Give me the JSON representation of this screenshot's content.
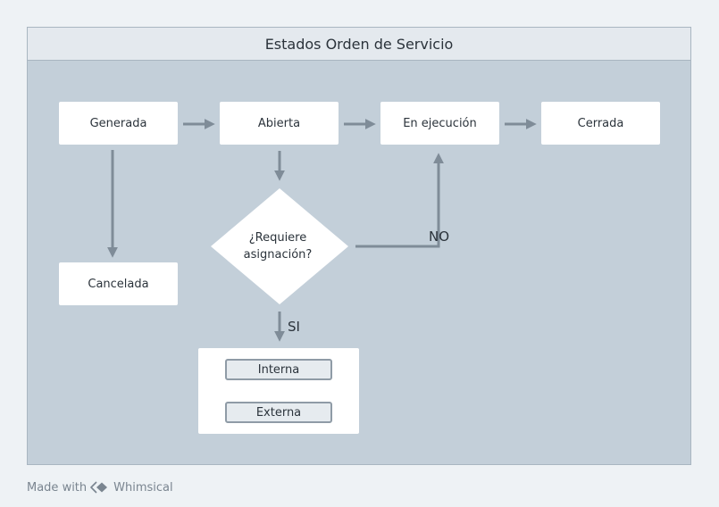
{
  "diagram": {
    "title": "Estados Orden de Servicio",
    "nodes": {
      "generada": "Generada",
      "abierta": "Abierta",
      "en_ejecucion": "En ejecución",
      "cerrada": "Cerrada",
      "cancelada": "Cancelada",
      "decision": "¿Requiere asignación?"
    },
    "decision_lines": [
      "¿Requiere",
      "asignación?"
    ],
    "edge_labels": {
      "no": "NO",
      "si": "SI"
    },
    "assignment_options": [
      "Interna",
      "Externa"
    ]
  },
  "footer": {
    "text": "Made with",
    "brand": "Whimsical",
    "logo_icon": "whimsical-logo-icon"
  },
  "colors": {
    "background": "#eef2f5",
    "canvas": "#c3cfd9",
    "title_bar": "#e4e9ee",
    "node": "#ffffff",
    "connector": "#7f8c98",
    "text": "#2b333b"
  }
}
